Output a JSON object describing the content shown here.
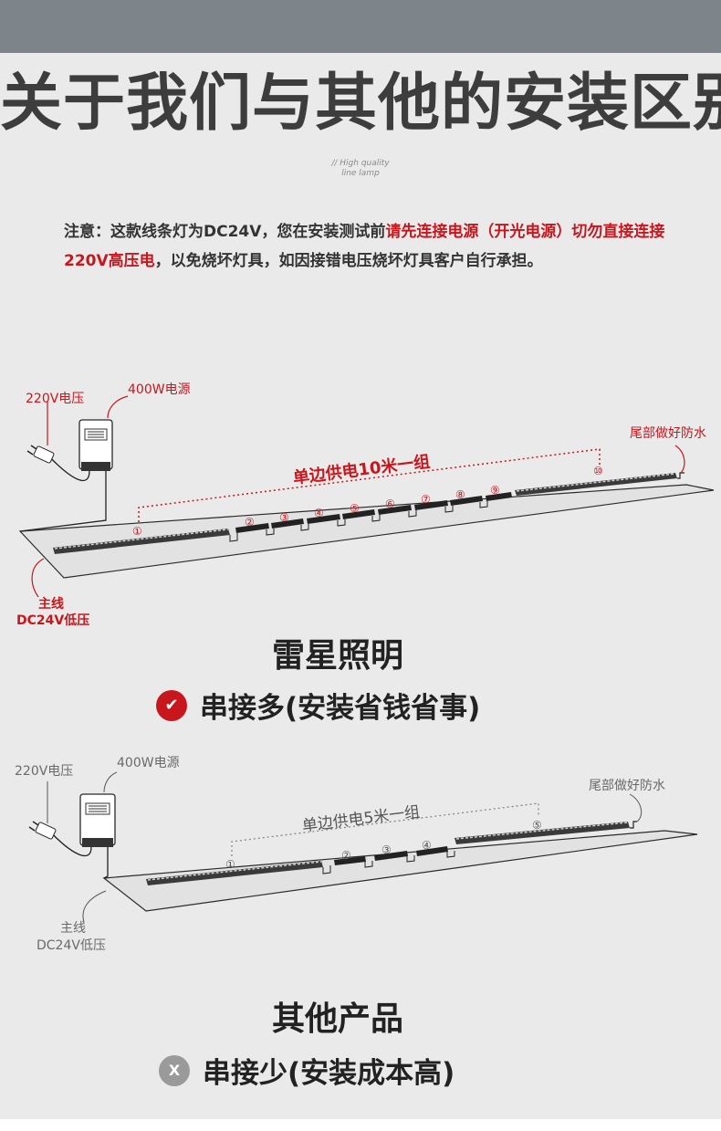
{
  "header": {
    "title": "关于我们与其他的安装区别",
    "subtitle_line1": "// High quality",
    "subtitle_line2": "line lamp"
  },
  "notice": {
    "part1": "注意：这款线条灯为DC24V，您在安装测试前",
    "part2_red": "请先连接电源（开光电源）切勿直接连接220V高压电",
    "part3": "，以免烧坏灯具，如因接错电压烧坏灯具客户自行承担。"
  },
  "diagram1": {
    "label_220v": "220V电压",
    "label_psu": "400W电源",
    "label_segment": "单边供电10米一组",
    "label_tail": "尾部做好防水",
    "label_main": "主线",
    "label_dc": "DC24V低压",
    "numbers": [
      "①",
      "②",
      "③",
      "④",
      "⑤",
      "⑥",
      "⑦",
      "⑧",
      "⑨",
      "⑩"
    ]
  },
  "ours": {
    "brand": "雷星照明",
    "check_symbol": "✔",
    "feature": "串接多(安装省钱省事)"
  },
  "diagram2": {
    "label_220v": "220V电压",
    "label_psu": "400W电源",
    "label_segment": "单边供电5米一组",
    "label_tail": "尾部做好防水",
    "label_main": "主线",
    "label_dc": "DC24V低压",
    "numbers": [
      "①",
      "②",
      "③",
      "④",
      "⑤"
    ]
  },
  "others": {
    "brand": "其他产品",
    "x_symbol": "X",
    "feature": "串接少(安装成本高)"
  },
  "colors": {
    "accent_red": "#c8161d",
    "title_gray": "#3d3d3d",
    "topbar": "#7d848a",
    "x_badge": "#9a9a9a"
  }
}
